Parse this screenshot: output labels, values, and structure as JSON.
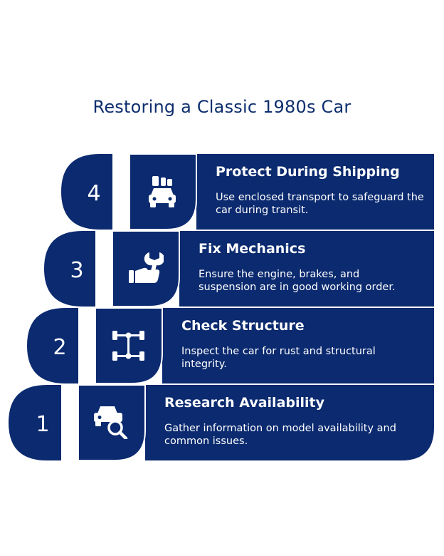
{
  "title": "Restoring a Classic 1980s Car",
  "colors": {
    "fill": "#0b2a6f",
    "outline": "#ffffff",
    "title": "#0e2e6e"
  },
  "steps": [
    {
      "number": "1",
      "title": "Research Availability",
      "description": "Gather information on model availability and common issues.",
      "icon": "car-search-icon"
    },
    {
      "number": "2",
      "title": "Check Structure",
      "description": "Inspect the car for rust and structural integrity.",
      "icon": "chassis-icon"
    },
    {
      "number": "3",
      "title": "Fix Mechanics",
      "description": "Ensure the engine, brakes, and suspension are in good working order.",
      "icon": "wrench-hand-icon"
    },
    {
      "number": "4",
      "title": "Protect During Shipping",
      "description": "Use enclosed transport to safeguard the car during transit.",
      "icon": "car-luggage-icon"
    }
  ]
}
